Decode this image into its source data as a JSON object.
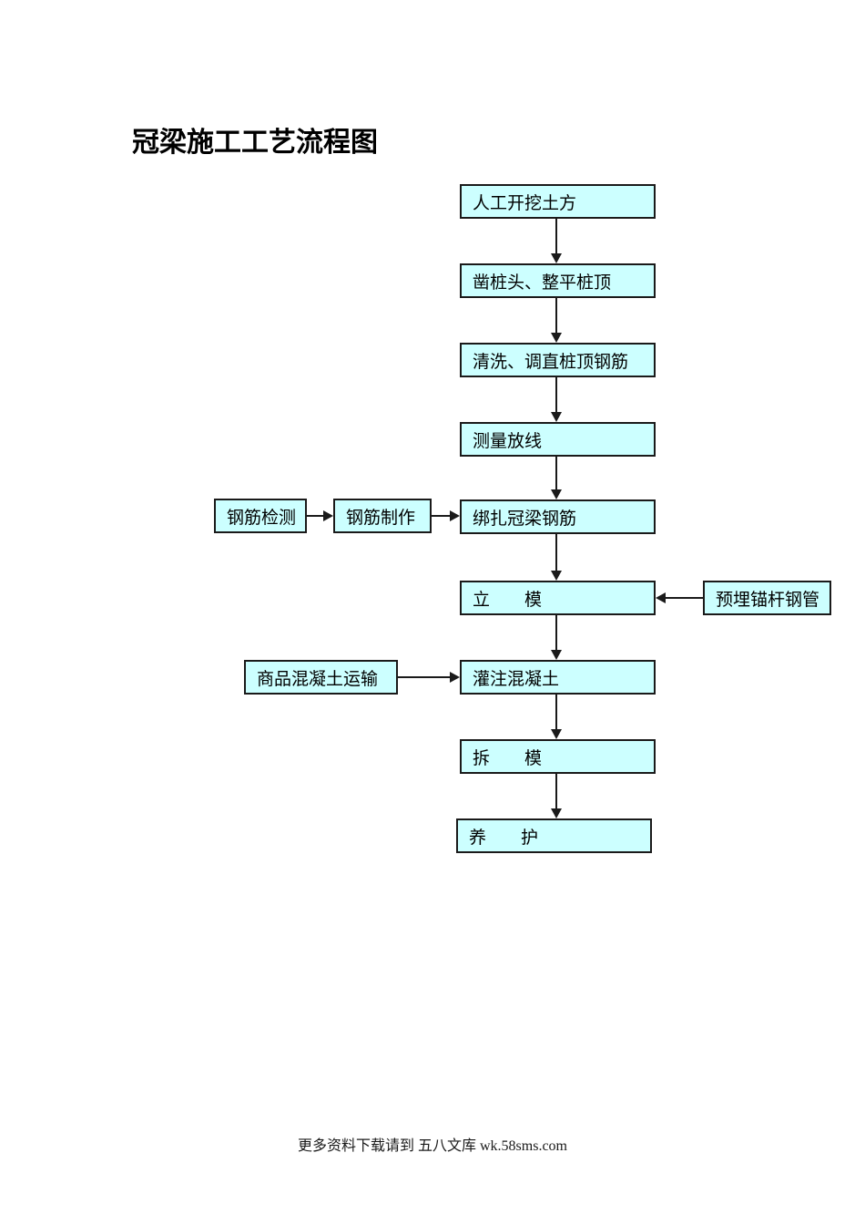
{
  "page": {
    "title": "冠梁施工工艺流程图",
    "footer": "更多资料下载请到 五八文库 wk.58sms.com",
    "background_color": "#ffffff"
  },
  "diagram": {
    "type": "flowchart",
    "node_fill_color": "#ccffff",
    "node_border_color": "#1a1a1a",
    "arrow_color": "#1a1a1a",
    "main_steps": [
      {
        "label": "人工开挖土方"
      },
      {
        "label": "凿桩头、整平桩顶"
      },
      {
        "label": "清洗、调直桩顶钢筋"
      },
      {
        "label": "测量放线"
      },
      {
        "label": "绑扎冠梁钢筋"
      },
      {
        "label": "立　　模"
      },
      {
        "label": "灌注混凝土"
      },
      {
        "label": "拆　　模"
      },
      {
        "label": "养　　护"
      }
    ],
    "side_nodes": [
      {
        "label": "钢筋检测"
      },
      {
        "label": "钢筋制作"
      },
      {
        "label": "商品混凝土运输"
      },
      {
        "label": "预埋锚杆钢管"
      }
    ],
    "edges": [
      {
        "from": "人工开挖土方",
        "to": "凿桩头、整平桩顶"
      },
      {
        "from": "凿桩头、整平桩顶",
        "to": "清洗、调直桩顶钢筋"
      },
      {
        "from": "清洗、调直桩顶钢筋",
        "to": "测量放线"
      },
      {
        "from": "测量放线",
        "to": "绑扎冠梁钢筋"
      },
      {
        "from": "绑扎冠梁钢筋",
        "to": "立模"
      },
      {
        "from": "立模",
        "to": "灌注混凝土"
      },
      {
        "from": "灌注混凝土",
        "to": "拆模"
      },
      {
        "from": "拆模",
        "to": "养护"
      },
      {
        "from": "钢筋检测",
        "to": "钢筋制作"
      },
      {
        "from": "钢筋制作",
        "to": "绑扎冠梁钢筋"
      },
      {
        "from": "预埋锚杆钢管",
        "to": "立模"
      },
      {
        "from": "商品混凝土运输",
        "to": "灌注混凝土"
      }
    ]
  }
}
